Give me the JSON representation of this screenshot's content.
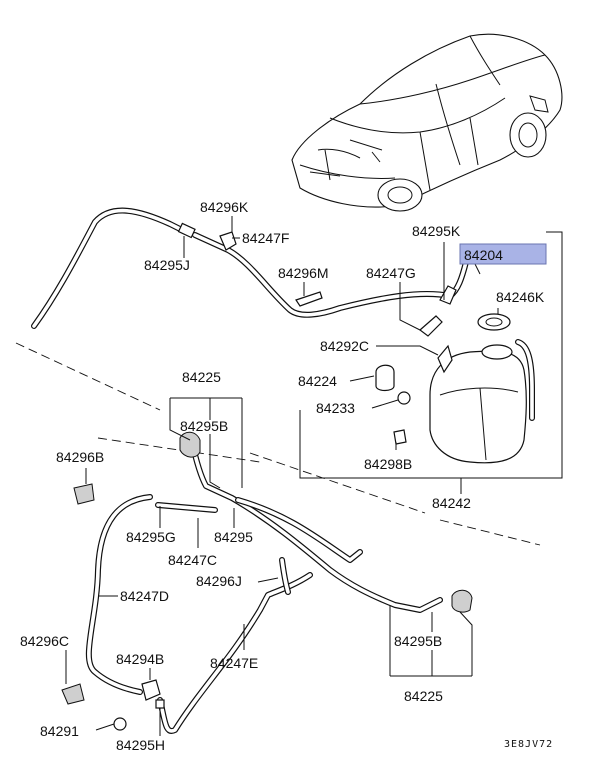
{
  "labels": {
    "p84296K": "84296K",
    "p84247F": "84247F",
    "p84295J": "84295J",
    "p84296M": "84296M",
    "p84247G": "84247G",
    "p84295K": "84295K",
    "p84204": "84204",
    "p84246K": "84246K",
    "p84292C": "84292C",
    "p84224": "84224",
    "p84233": "84233",
    "p84298B": "84298B",
    "p84242": "84242",
    "p84225_top": "84225",
    "p84295B_top": "84295B",
    "p84296B": "84296B",
    "p84295G": "84295G",
    "p84295": "84295",
    "p84247C": "84247C",
    "p84296J": "84296J",
    "p84247D": "84247D",
    "p84296C": "84296C",
    "p84294B": "84294B",
    "p84247E": "84247E",
    "p84295B_bottom": "84295B",
    "p84225_bottom": "84225",
    "p84291": "84291",
    "p84295H": "84295H"
  },
  "diagram_code": "3E8JV72",
  "colors": {
    "highlight": "#a9b3e6",
    "ink": "#111111"
  }
}
